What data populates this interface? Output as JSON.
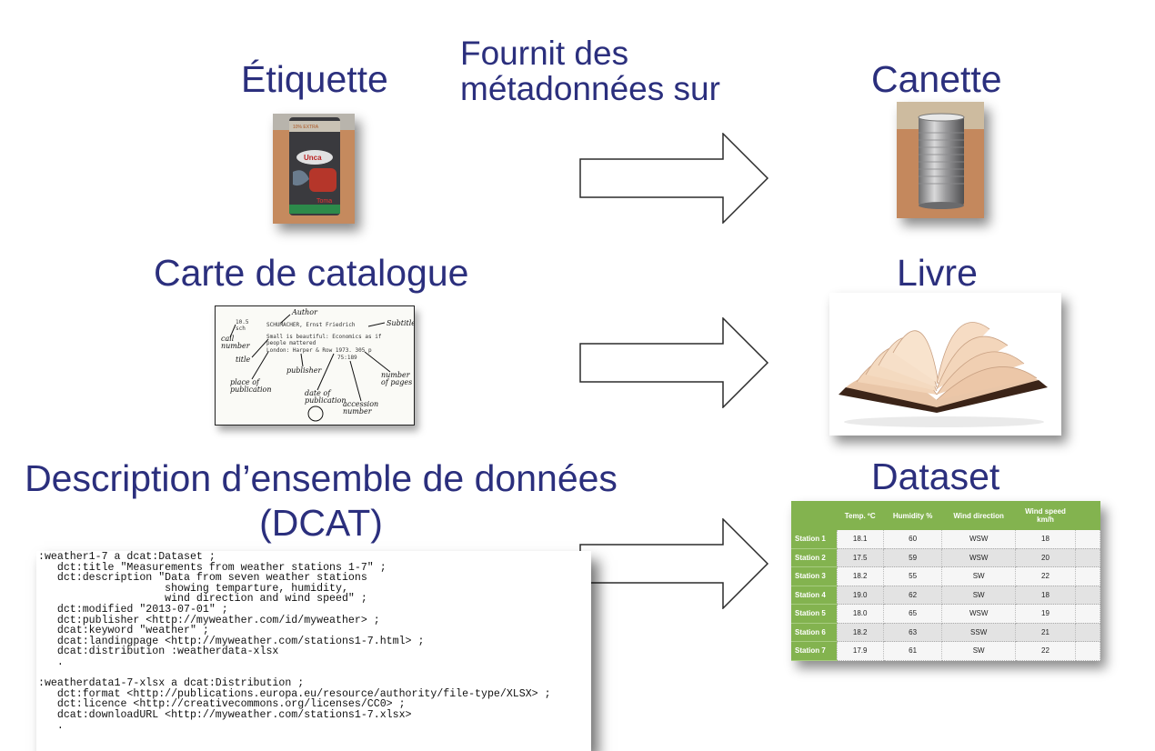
{
  "labels": {
    "etiquette": "Étiquette",
    "fournit": "Fournit des\nmétadonnées sur",
    "canette": "Canette",
    "carte": "Carte de catalogue",
    "livre": "Livre",
    "description": "Description d’ensemble de données\n(DCAT)",
    "dataset": "Dataset"
  },
  "catalog_card": {
    "call_number_code": "10.5\nsch",
    "author_line": "SCHUMACHER, Ernst Friedrich",
    "title_line": "Small is beautiful: Economics as if\npeople mattered",
    "imprint_line": "London: Harper & Row 1973. 305 p",
    "accession_line": "75:189",
    "annotations": {
      "author": "Author",
      "subtitle": "Subtitle",
      "call_number": "call\nnumber",
      "title": "title",
      "publisher": "publisher",
      "place": "place of\npublication",
      "date": "date of\npublication",
      "accession": "accession\nnumber",
      "pages": "number\nof pages"
    }
  },
  "dcat_code": ":weather1-7 a dcat:Dataset ;\n   dct:title \"Measurements from weather stations 1-7\" ;\n   dct:description \"Data from seven weather stations\n                    showing temparture, humidity,\n                    wind direction and wind speed\" ;\n   dct:modified \"2013-07-01\" ;\n   dct:publisher <http://myweather.com/id/myweather> ;\n   dcat:keyword \"weather\" ;\n   dcat:landingpage <http://myweather.com/stations1-7.html> ;\n   dcat:distribution :weatherdata-xlsx\n   .\n\n:weatherdata1-7-xlsx a dcat:Distribution ;\n   dct:format <http://publications.europa.eu/resource/authority/file-type/XLSX> ;\n   dct:licence <http://creativecommons.org/licenses/CC0> ;\n   dcat:downloadURL <http://myweather.com/stations1-7.xlsx>\n   .",
  "dataset_table": {
    "headers": [
      "Temp. ºC",
      "Humidity %",
      "Wind direction",
      "Wind speed km/h"
    ],
    "rows": [
      [
        "Station 1",
        "18.1",
        "60",
        "WSW",
        "18"
      ],
      [
        "Station 2",
        "17.5",
        "59",
        "WSW",
        "20"
      ],
      [
        "Station 3",
        "18.2",
        "55",
        "SW",
        "22"
      ],
      [
        "Station 4",
        "19.0",
        "62",
        "SW",
        "18"
      ],
      [
        "Station 5",
        "18.0",
        "65",
        "WSW",
        "19"
      ],
      [
        "Station 6",
        "18.2",
        "63",
        "SSW",
        "21"
      ],
      [
        "Station 7",
        "17.9",
        "61",
        "SW",
        "22"
      ]
    ]
  },
  "can_label_text": {
    "promo": "10% EXTRA",
    "brand": "Unca",
    "product": "Toma"
  },
  "colors": {
    "label_text": "#2b2f7d",
    "table_green": "#83b34f"
  }
}
